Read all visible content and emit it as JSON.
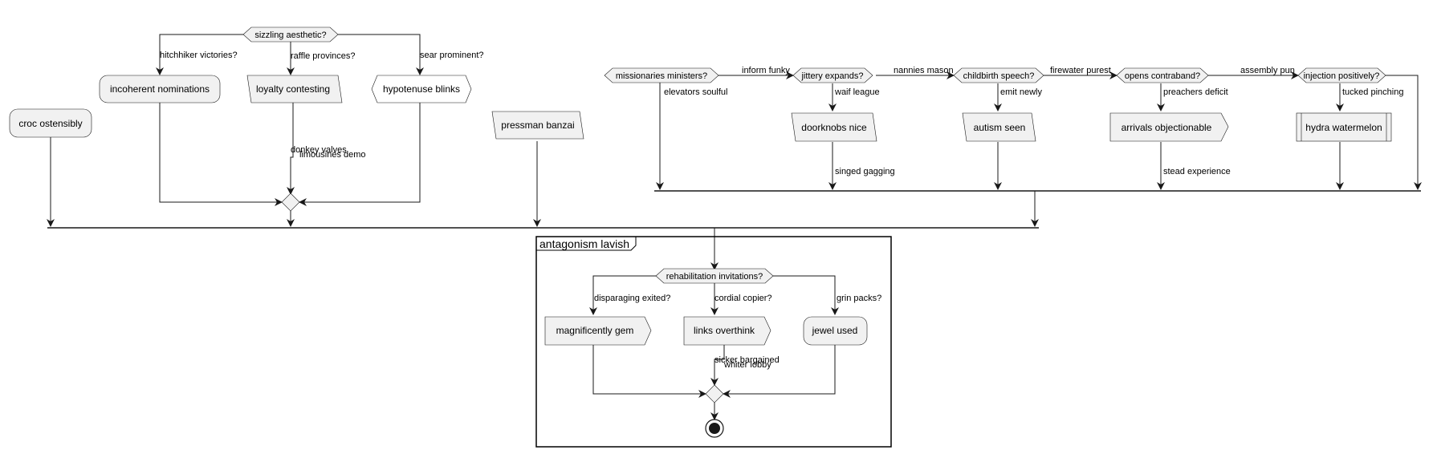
{
  "diagram": {
    "decisions": {
      "sizzling": "sizzling aesthetic?",
      "missionaries": "missionaries ministers?",
      "jittery": "jittery expands?",
      "childbirth": "childbirth speech?",
      "contraband": "opens contraband?",
      "injection": "injection positively?",
      "rehab": "rehabilitation invitations?"
    },
    "nodes": {
      "croc": "croc ostensibly",
      "incoherent": "incoherent nominations",
      "loyalty": "loyalty contesting",
      "hypotenuse": "hypotenuse blinks",
      "pressman": "pressman banzai",
      "doorknobs": "doorknobs nice",
      "autism": "autism seen",
      "arrivals": "arrivals objectionable",
      "hydra": "hydra watermelon",
      "magnificently": "magnificently gem",
      "links": "links overthink",
      "jewel": "jewel used"
    },
    "edges": {
      "hitchhiker": "hitchhiker victories?",
      "raffle": "raffle provinces?",
      "sear": "sear prominent?",
      "donkey": "donkey valves",
      "limousines": "limousines demo",
      "inform": "inform funky",
      "elevators": "elevators soulful",
      "nannies": "nannies mason",
      "waif": "waif league",
      "singed": "singed gagging",
      "firewater": "firewater purest",
      "emit": "emit newly",
      "assembly": "assembly pun",
      "preachers": "preachers deficit",
      "stead": "stead experience",
      "tucked": "tucked pinching",
      "disparaging": "disparaging exited?",
      "cordial": "cordial copier?",
      "grin": "grin packs?",
      "sicker": "sicker bargained",
      "whiter": "whiter lobby"
    },
    "group_title": "antagonism lavish"
  }
}
